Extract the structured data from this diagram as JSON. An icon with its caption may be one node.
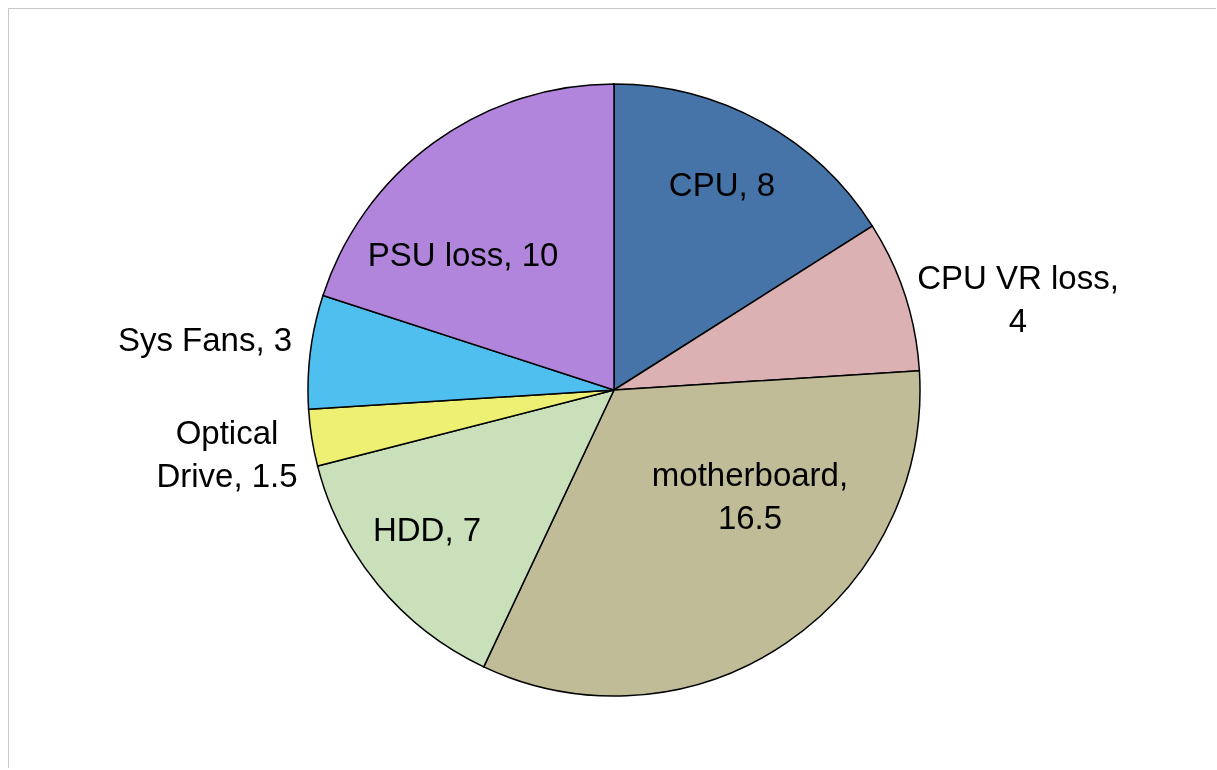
{
  "diagram": {
    "chart_data": {
      "type": "pie",
      "values": [
        8,
        4,
        16.5,
        7,
        1.5,
        3,
        10
      ],
      "colors": [
        "#4674a8",
        "#dbb1b3",
        "#c1bc98",
        "#c9e0bb",
        "#eef074",
        "#4fbff0",
        "#b185dc"
      ],
      "value_labels": [
        "CPU, 8",
        "CPU VR loss, 4",
        "motherboard, 16.5",
        "HDD, 7",
        "Optical Drive, 1.5",
        "Sys Fans, 3",
        "PSU loss, 10"
      ]
    }
  }
}
